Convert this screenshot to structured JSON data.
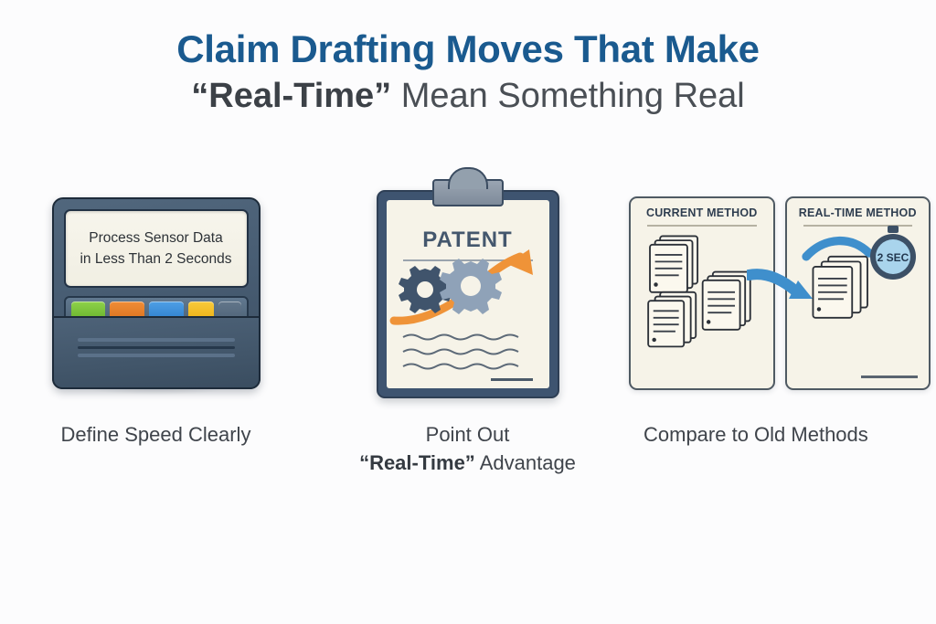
{
  "background_color": "#fcfcfd",
  "title": {
    "line1": "Claim Drafting Moves That Make",
    "line2_quoted": "“Real-Time”",
    "line2_rest": " Mean Something Real",
    "line1_color": "#1a5a8f",
    "line2_color": "#4a4f55"
  },
  "panels": [
    {
      "id": "define-speed",
      "caption_line1": "Define Speed Clearly",
      "illustration": {
        "type": "device-display",
        "screen_line1": "Process Sensor Data",
        "screen_line2": "in Less Than 2 Seconds",
        "screen_color": "#f5f2e7",
        "body_color": "#475c72",
        "buttons": [
          {
            "name": "green-button",
            "color": "#7AC143"
          },
          {
            "name": "orange-button",
            "color": "#E8822B"
          },
          {
            "name": "blue-button",
            "color": "#3E92DB"
          },
          {
            "name": "yellow-button",
            "color": "#F5BF28"
          },
          {
            "name": "gray-button",
            "color": "#56687A"
          }
        ]
      }
    },
    {
      "id": "point-out-advantage",
      "caption_line1": "Point Out",
      "caption_line2_quoted": "“Real-Time”",
      "caption_line2_rest": " Advantage",
      "illustration": {
        "type": "clipboard",
        "document_heading": "PATENT",
        "board_color": "#3e5470",
        "paper_color": "#f6f3e8",
        "arrow_color": "#ef9338",
        "gear_dark_color": "#40546c",
        "gear_light_color": "#8fa2b8"
      }
    },
    {
      "id": "compare-old-methods",
      "caption_line1": "Compare to Old Methods",
      "illustration": {
        "type": "comparison-cards",
        "left_card_title": "CURRENT METHOD",
        "right_card_title": "REAL-TIME METHOD",
        "arrow_color": "#3f8fcc",
        "stopwatch_label": "2 SEC",
        "stopwatch_face_color": "#a9d4ec",
        "stopwatch_ring_color": "#3c5066",
        "card_background": "#f6f3e8"
      }
    }
  ]
}
